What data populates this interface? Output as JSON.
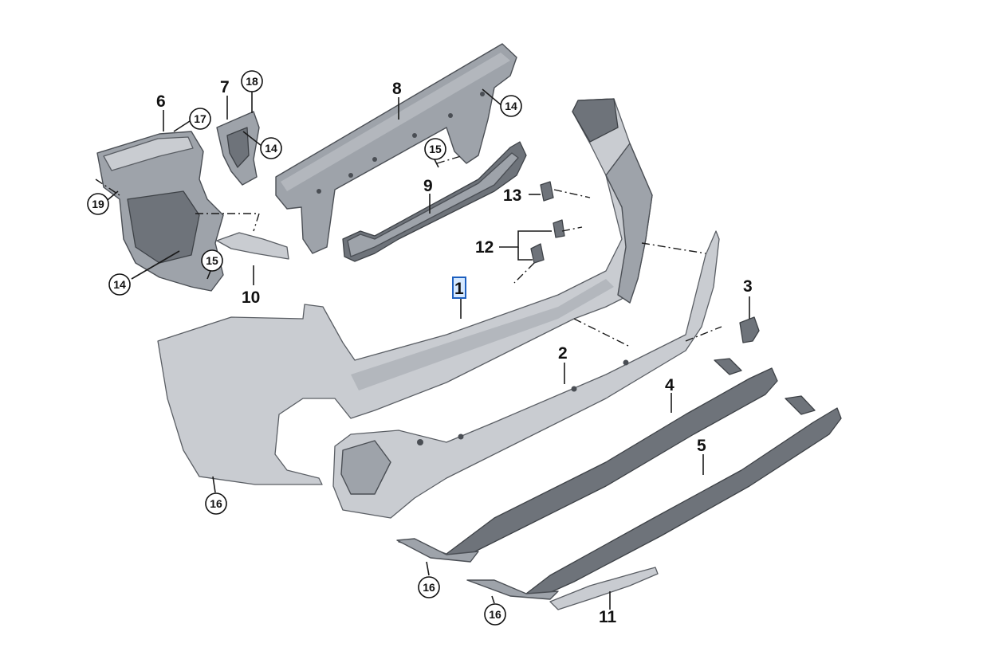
{
  "callouts": {
    "c1": "1",
    "c2": "2",
    "c3": "3",
    "c4": "4",
    "c5": "5",
    "c6": "6",
    "c7": "7",
    "c8": "8",
    "c9": "9",
    "c10": "10",
    "c11": "11",
    "c12": "12",
    "c13": "13",
    "c14a": "14",
    "c14b": "14",
    "c14c": "14",
    "c15a": "15",
    "c15b": "15",
    "c16a": "16",
    "c16b": "16",
    "c16c": "16",
    "c17": "17",
    "c18": "18",
    "c19": "19"
  },
  "highlighted_part": "1"
}
